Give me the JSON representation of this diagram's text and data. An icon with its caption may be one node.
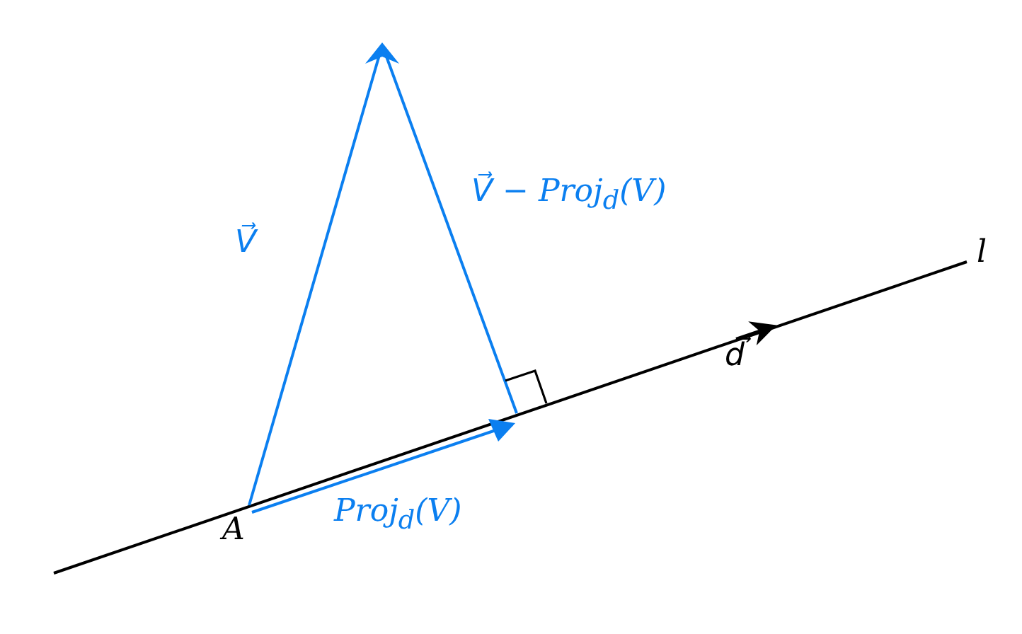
{
  "diagram": {
    "labels": [
      "V⃗",
      "V⃗ − Proj$_{d}$(V)",
      "l",
      "d⃗",
      "A",
      "Proj$_{d}$(V)"
    ]
  }
}
